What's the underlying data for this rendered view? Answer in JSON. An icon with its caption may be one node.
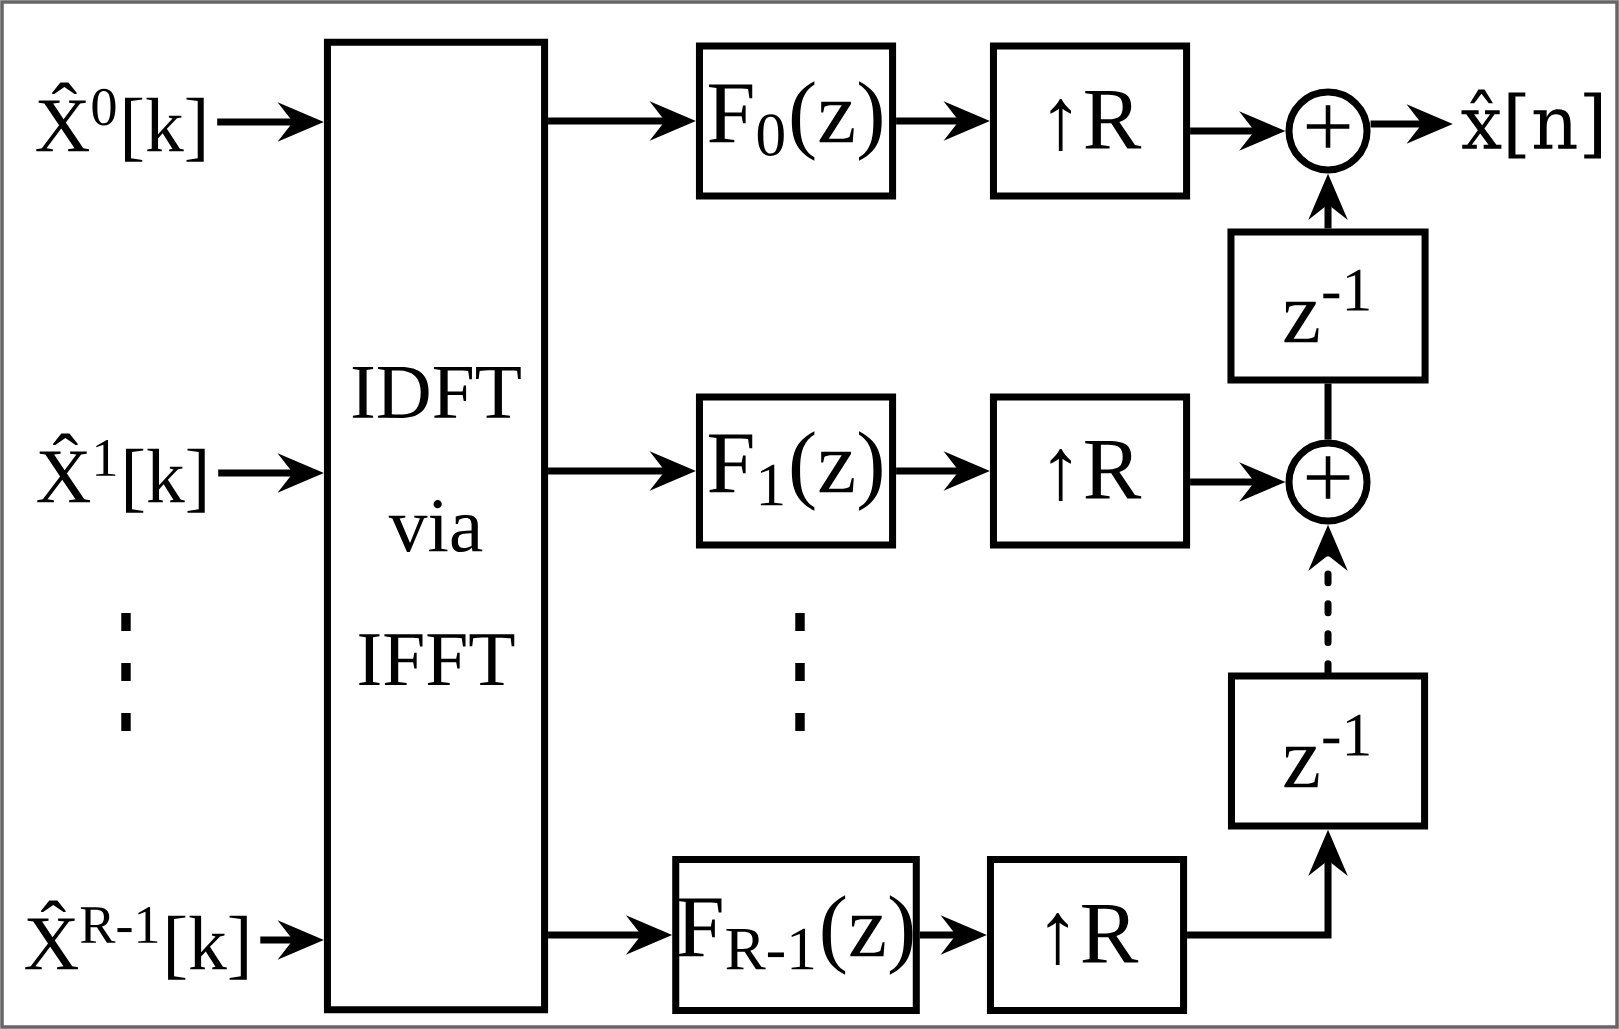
{
  "diagram": {
    "nodes": [
      {
        "text": [
          "X̂$^{0}$[k]"
        ]
      },
      {
        "text": [
          "X̂$^{1}$[k]"
        ]
      },
      {
        "text": [
          "X̂$^{R-1}$[k]"
        ]
      },
      {
        "text": [
          "IDFT via IFFT"
        ]
      },
      {
        "text": [
          "F$_{0}$(z)"
        ]
      },
      {
        "text": [
          "↑R"
        ]
      },
      {
        "text": [
          "+"
        ]
      },
      {
        "text": [
          "x̂[n]"
        ]
      },
      {
        "text": [
          "z$^{-1}$"
        ]
      },
      {
        "text": [
          "F$_{1}$(z)"
        ]
      },
      {
        "text": [
          "↑R"
        ]
      },
      {
        "text": [
          "+"
        ]
      },
      {
        "text": [
          "z$^{-1}$"
        ]
      },
      {
        "text": [
          "F$_{R-1}$(z)"
        ]
      },
      {
        "text": [
          "↑R"
        ]
      }
    ],
    "edges": [
      {
        "from": 0,
        "to": 3,
        "arrow": "to"
      },
      {
        "from": 1,
        "to": 3,
        "arrow": "to"
      },
      {
        "from": 2,
        "to": 3,
        "arrow": "to"
      },
      {
        "from": 3,
        "to": 4,
        "arrow": "to"
      },
      {
        "from": 3,
        "to": 9,
        "arrow": "to"
      },
      {
        "from": 3,
        "to": 13,
        "arrow": "to"
      },
      {
        "from": 4,
        "to": 5,
        "arrow": "to"
      },
      {
        "from": 9,
        "to": 10,
        "arrow": "to"
      },
      {
        "from": 13,
        "to": 14,
        "arrow": "to"
      },
      {
        "from": 5,
        "to": 6,
        "arrow": "to"
      },
      {
        "from": 10,
        "to": 11,
        "arrow": "to"
      },
      {
        "from": 6,
        "to": 7,
        "arrow": "to"
      },
      {
        "from": 8,
        "to": 6,
        "arrow": "to"
      },
      {
        "from": 11,
        "to": 8,
        "arrow": "none"
      },
      {
        "from": 12,
        "to": 11,
        "arrow": "to",
        "style": "dashed"
      },
      {
        "from": 14,
        "to": 12,
        "arrow": "to"
      }
    ],
    "labels": [
      "⋮",
      "⋮"
    ]
  }
}
